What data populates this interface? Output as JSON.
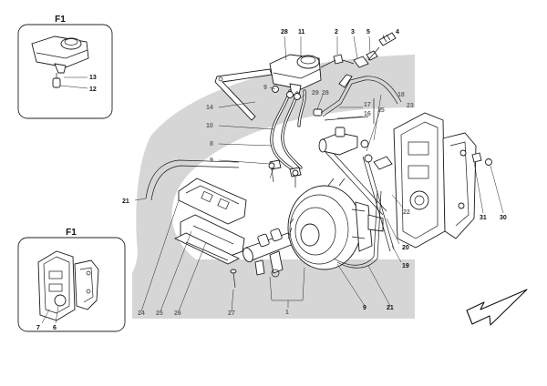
{
  "insets": {
    "top_label": "F1",
    "bottom_label": "F1"
  },
  "labels": {
    "l28": "28",
    "l11": "11",
    "l2": "2",
    "l3": "3",
    "l5": "5",
    "l4": "4",
    "l9a": "9",
    "l29": "29",
    "l28b": "28",
    "l14": "14",
    "l10": "10",
    "l17": "17",
    "l16": "16",
    "l15": "15",
    "l18": "18",
    "l23": "23",
    "l8": "8",
    "l9b": "9",
    "l21a": "21",
    "l22": "22",
    "l20": "20",
    "l19": "19",
    "l31": "31",
    "l30": "30",
    "l24": "24",
    "l25": "25",
    "l26": "26",
    "l27": "27",
    "l1": "1",
    "l9c": "9",
    "l21b": "21",
    "l13": "13",
    "l12": "12",
    "l7": "7",
    "l6": "6"
  },
  "colors": {
    "background_shape": "#d6d6d6",
    "lines": "#1a1a1a",
    "label_dark": "#111111",
    "label_grey": "#666666"
  },
  "icons": {
    "direction_arrow": "arrow-icon"
  }
}
